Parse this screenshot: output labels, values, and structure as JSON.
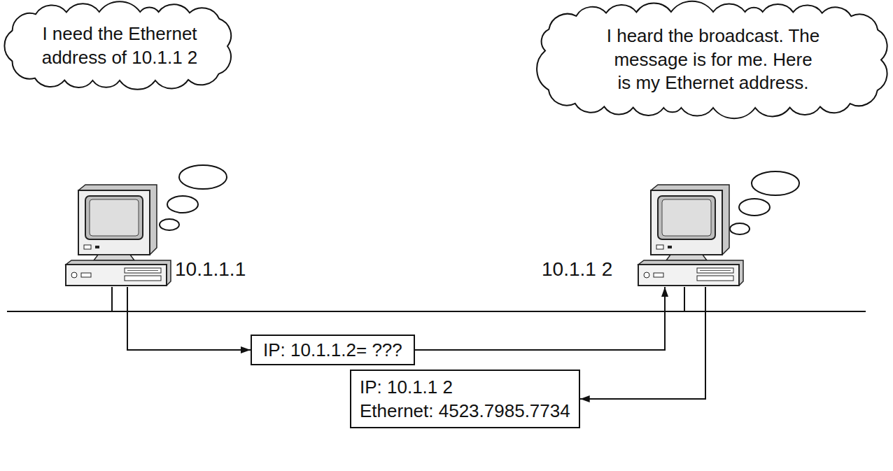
{
  "diagram": {
    "nodes": [
      {
        "text": [
          "I need the Ethernet address of 10.1.1 2"
        ]
      },
      {
        "text": [
          "I heard the broadcast. The message is for me. Here is my Ethernet address."
        ]
      },
      {
        "text": [
          "10.1.1.1"
        ]
      },
      {
        "text": [
          "10.1.1 2"
        ]
      },
      {
        "text": [
          "IP: 10.1.1.2= ???"
        ]
      },
      {
        "text": [
          "IP: 10.1.1 2",
          "Ethernet: 4523.7985.7734"
        ]
      }
    ],
    "edges": [
      {
        "from": 2,
        "to": 4,
        "arrow": "to"
      },
      {
        "from": 4,
        "to": 3,
        "arrow": "to"
      },
      {
        "from": 3,
        "to": 5,
        "arrow": "to"
      }
    ]
  }
}
